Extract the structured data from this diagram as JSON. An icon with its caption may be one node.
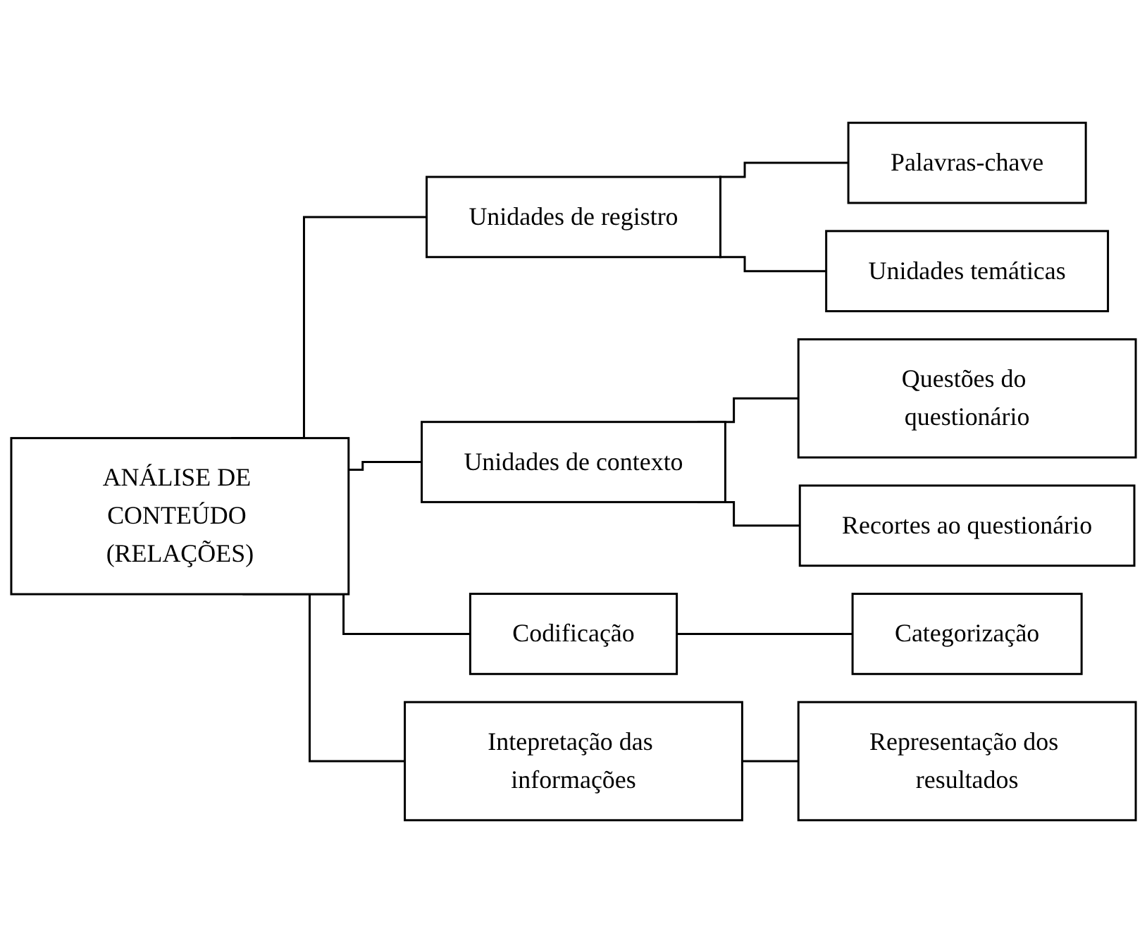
{
  "diagram": {
    "nodes": [
      {
        "text": [
          "ANÁLISE DE CONTEÚDO (RELAÇÕES)"
        ]
      },
      {
        "text": [
          "Unidades de registro"
        ]
      },
      {
        "text": [
          "Palavras-chave"
        ]
      },
      {
        "text": [
          "Unidades temáticas"
        ]
      },
      {
        "text": [
          "Unidades de contexto"
        ]
      },
      {
        "text": [
          "Questões do questionário"
        ]
      },
      {
        "text": [
          "Recortes ao questionário"
        ]
      },
      {
        "text": [
          "Codificação"
        ]
      },
      {
        "text": [
          "Categorização"
        ]
      },
      {
        "text": [
          "Intepretação das informações"
        ]
      },
      {
        "text": [
          "Representação dos resultados"
        ]
      }
    ],
    "edges": [
      {
        "from": 0,
        "to": 1,
        "arrow": "none"
      },
      {
        "from": 0,
        "to": 4,
        "arrow": "none"
      },
      {
        "from": 0,
        "to": 7,
        "arrow": "none"
      },
      {
        "from": 0,
        "to": 9,
        "arrow": "none"
      },
      {
        "from": 1,
        "to": 2,
        "arrow": "none"
      },
      {
        "from": 1,
        "to": 3,
        "arrow": "none"
      },
      {
        "from": 4,
        "to": 5,
        "arrow": "none"
      },
      {
        "from": 4,
        "to": 6,
        "arrow": "none"
      },
      {
        "from": 7,
        "to": 8,
        "arrow": "none"
      },
      {
        "from": 9,
        "to": 10,
        "arrow": "none"
      }
    ]
  }
}
